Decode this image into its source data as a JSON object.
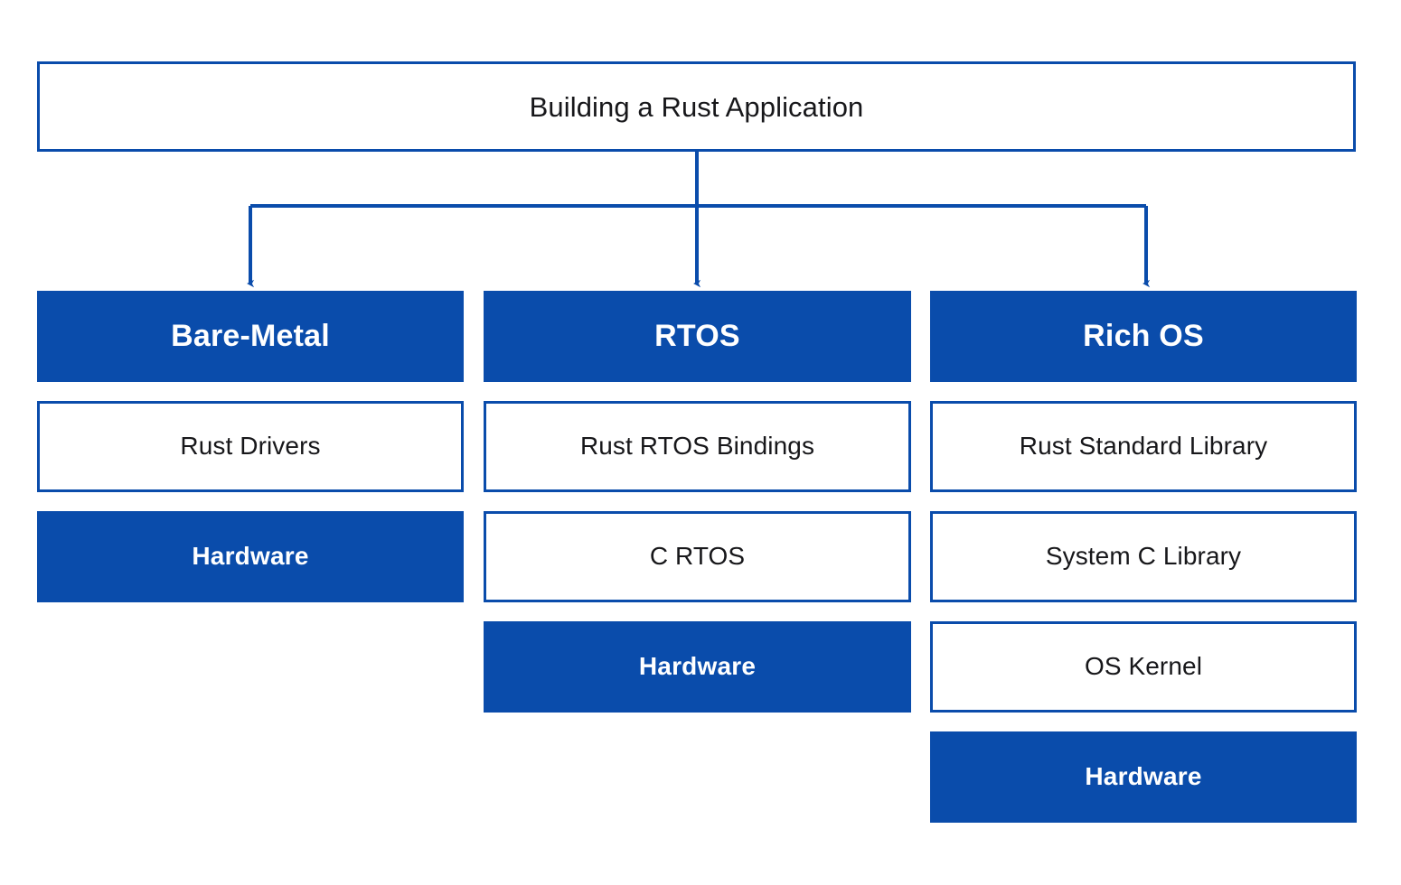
{
  "diagram": {
    "title": "Building a Rust Application",
    "colors": {
      "accent_blue": "#0a4cab",
      "box_fill_white": "#ffffff",
      "text_dark": "#17171a",
      "text_light": "#ffffff",
      "background": "#ffffff"
    },
    "root": {
      "label": "Building a Rust Application",
      "style": "outlined"
    },
    "columns": [
      {
        "id": "bare-metal",
        "header": {
          "label": "Bare-Metal",
          "style": "filled"
        },
        "nodes": [
          {
            "label": "Rust Drivers",
            "style": "outlined",
            "kind": "layer"
          },
          {
            "label": "Hardware",
            "style": "filled",
            "kind": "hardware"
          }
        ]
      },
      {
        "id": "rtos",
        "header": {
          "label": "RTOS",
          "style": "filled"
        },
        "nodes": [
          {
            "label": "Rust RTOS Bindings",
            "style": "outlined",
            "kind": "layer"
          },
          {
            "label": "C RTOS",
            "style": "outlined",
            "kind": "layer"
          },
          {
            "label": "Hardware",
            "style": "filled",
            "kind": "hardware"
          }
        ]
      },
      {
        "id": "rich-os",
        "header": {
          "label": "Rich OS",
          "style": "filled"
        },
        "nodes": [
          {
            "label": "Rust Standard Library",
            "style": "outlined",
            "kind": "layer"
          },
          {
            "label": "System C Library",
            "style": "outlined",
            "kind": "layer"
          },
          {
            "label": "OS Kernel",
            "style": "outlined",
            "kind": "layer"
          },
          {
            "label": "Hardware",
            "style": "filled",
            "kind": "hardware"
          }
        ]
      }
    ],
    "connectors": {
      "description": "One vertical stem from the title box splits at a horizontal bus into three downward arrows, one per column header.",
      "arrow_targets": [
        "Bare-Metal",
        "RTOS",
        "Rich OS"
      ]
    }
  }
}
